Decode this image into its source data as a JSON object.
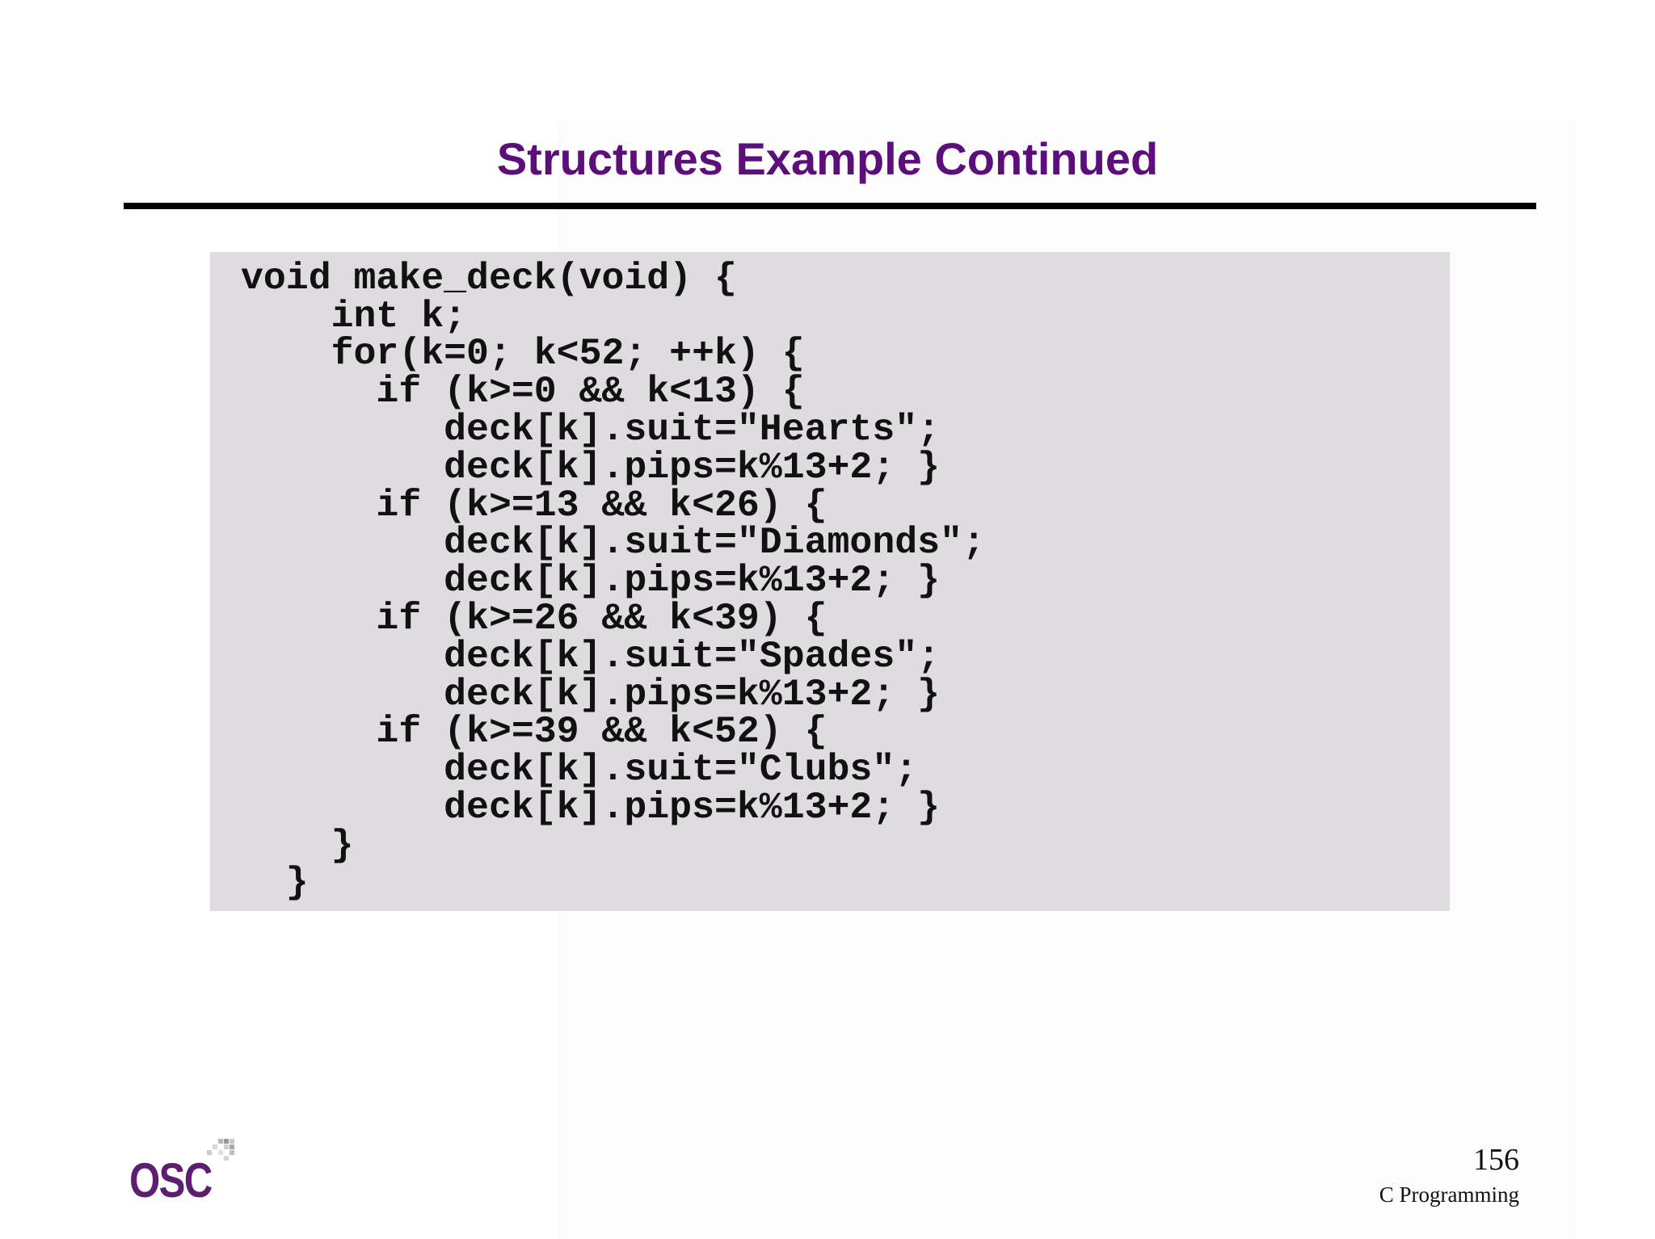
{
  "slide": {
    "title": "Structures Example Continued",
    "code_lines": [
      "void make_deck(void) {",
      "    int k;",
      "    for(k=0; k<52; ++k) {",
      "      if (k>=0 && k<13) {",
      "         deck[k].suit=\"Hearts\";",
      "         deck[k].pips=k%13+2; }",
      "      if (k>=13 && k<26) {",
      "         deck[k].suit=\"Diamonds\";",
      "         deck[k].pips=k%13+2; }",
      "      if (k>=26 && k<39) {",
      "         deck[k].suit=\"Spades\";",
      "         deck[k].pips=k%13+2; }",
      "      if (k>=39 && k<52) {",
      "         deck[k].suit=\"Clubs\";",
      "         deck[k].pips=k%13+2; }",
      "    }",
      "  }"
    ]
  },
  "footer": {
    "logo_text": "OSC",
    "page_number": "156",
    "course": "C Programming"
  },
  "colors": {
    "title": "#5c0e7a",
    "code_background": "#dedcdf",
    "logo": "#5c1f6f"
  }
}
